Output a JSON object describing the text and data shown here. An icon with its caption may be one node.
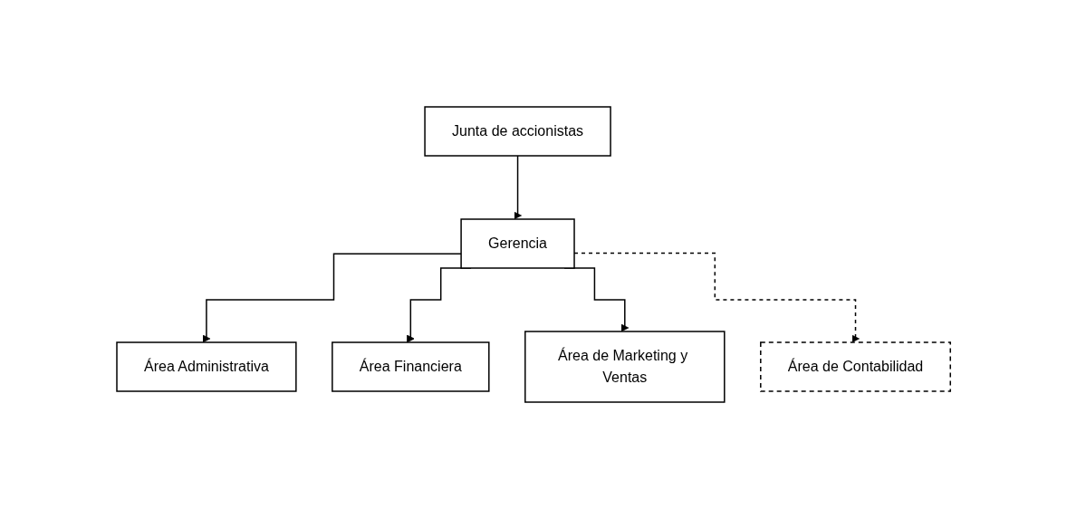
{
  "diagram": {
    "nodes": [
      {
        "text": [
          "Junta de accionistas"
        ]
      },
      {
        "text": [
          "Gerencia"
        ]
      },
      {
        "text": [
          "Área Administrativa"
        ]
      },
      {
        "text": [
          "Área Financiera"
        ]
      },
      {
        "text": [
          "Área de Marketing y Ventas"
        ]
      },
      {
        "text": [
          "Área de Contabilidad"
        ]
      }
    ],
    "edges": [
      {
        "from": 0,
        "to": 1,
        "arrow": "to"
      },
      {
        "from": 1,
        "to": 2,
        "arrow": "to"
      },
      {
        "from": 1,
        "to": 3,
        "arrow": "to"
      },
      {
        "from": 1,
        "to": 4,
        "arrow": "to"
      },
      {
        "from": 1,
        "to": 5,
        "arrow": "to",
        "style": "dashed"
      }
    ]
  }
}
